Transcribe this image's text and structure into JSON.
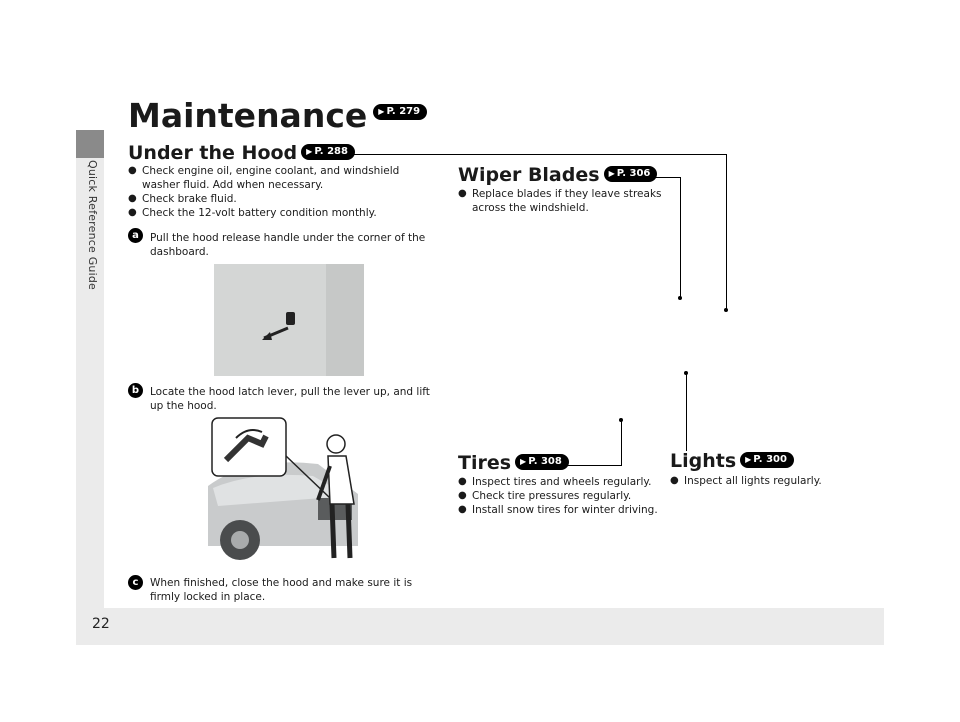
{
  "sidebar": {
    "label": "Quick Reference Guide"
  },
  "page_number": "22",
  "title": {
    "text": "Maintenance",
    "ref": "P. 279"
  },
  "under_hood": {
    "title": "Under the Hood",
    "ref": "P. 288",
    "bullets": [
      "Check engine oil, engine coolant, and windshield washer fluid. Add when necessary.",
      "Check brake fluid.",
      "Check the 12-volt battery condition monthly."
    ],
    "steps": [
      {
        "badge": "a",
        "text": "Pull the hood release handle under the corner of the dashboard."
      },
      {
        "badge": "b",
        "text": "Locate the hood latch lever, pull the lever up, and lift up the hood."
      },
      {
        "badge": "c",
        "text": "When finished, close the hood and make sure it is firmly locked in place."
      }
    ]
  },
  "wiper_blades": {
    "title": "Wiper Blades",
    "ref": "P. 306",
    "bullets": [
      "Replace blades if they leave streaks across the windshield."
    ]
  },
  "tires": {
    "title": "Tires",
    "ref": "P. 308",
    "bullets": [
      "Inspect tires and wheels regularly.",
      "Check tire pressures regularly.",
      "Install snow tires for winter driving."
    ]
  },
  "lights": {
    "title": "Lights",
    "ref": "P. 300",
    "bullets": [
      "Inspect all lights regularly."
    ]
  }
}
